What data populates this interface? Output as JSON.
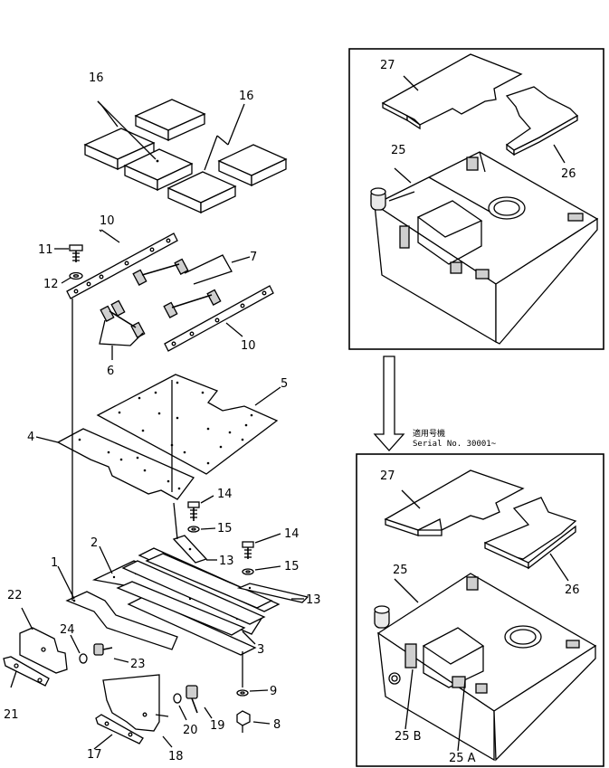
{
  "callouts": {
    "c1": "1",
    "c2": "2",
    "c3": "3",
    "c4": "4",
    "c5": "5",
    "c6": "6",
    "c7": "7",
    "c8": "8",
    "c9": "9",
    "c10a": "10",
    "c10b": "10",
    "c11": "11",
    "c12": "12",
    "c13a": "13",
    "c13b": "13",
    "c14a": "14",
    "c14b": "14",
    "c15a": "15",
    "c15b": "15",
    "c16a": "16",
    "c16b": "16",
    "c17": "17",
    "c18": "18",
    "c19": "19",
    "c20": "20",
    "c21": "21",
    "c22": "22",
    "c23": "23",
    "c24": "24",
    "c25top": "25",
    "c26top": "26",
    "c27top": "27",
    "c25bot": "25",
    "c26bot": "26",
    "c27bot": "27",
    "c25a": "25 A",
    "c25b": "25 B"
  },
  "serial_note": {
    "line1": "適用号機",
    "line2": "Serial No. 30001~"
  }
}
